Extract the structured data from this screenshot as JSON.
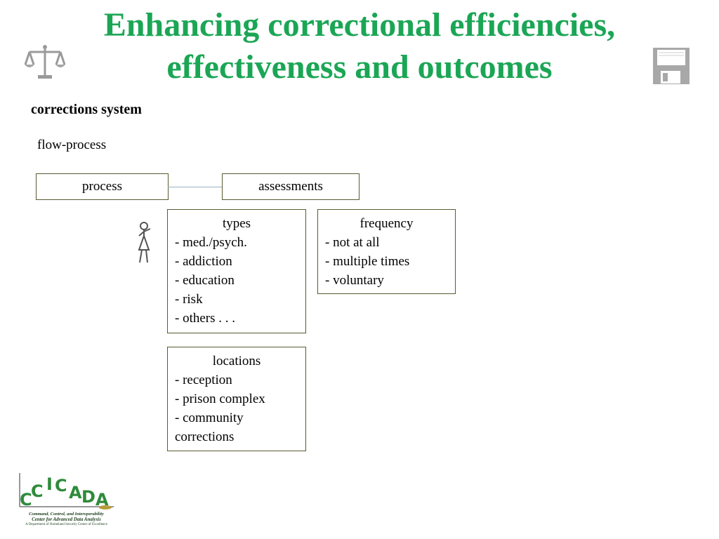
{
  "slide": {
    "title_line1": "Enhancing correctional efficiencies,",
    "title_line2": "effectiveness and outcomes",
    "subtitle": "corrections system",
    "section_label": "flow-process",
    "title_color": "#1ba655"
  },
  "diagram": {
    "process_label": "process",
    "assessments_label": "assessments",
    "types": {
      "heading": "types",
      "items": [
        "- med./psych.",
        "- addiction",
        "- education",
        "- risk",
        "- others . . ."
      ]
    },
    "frequency": {
      "heading": "frequency",
      "items": [
        "- not at all",
        "- multiple times",
        "- voluntary"
      ]
    },
    "locations": {
      "heading": "locations",
      "items": [
        "- reception",
        "- prison complex",
        "- community",
        "corrections"
      ]
    }
  },
  "icons": {
    "scale": "balance-scale-icon",
    "save": "floppy-disk-icon",
    "person": "person-figure-icon"
  },
  "logo": {
    "letters": "CCICADA",
    "line1": "Command, Control, and Interoperability",
    "line2": "Center for Advanced Data Analysis",
    "line3": "A Department of Homeland Security Center of Excellence"
  }
}
